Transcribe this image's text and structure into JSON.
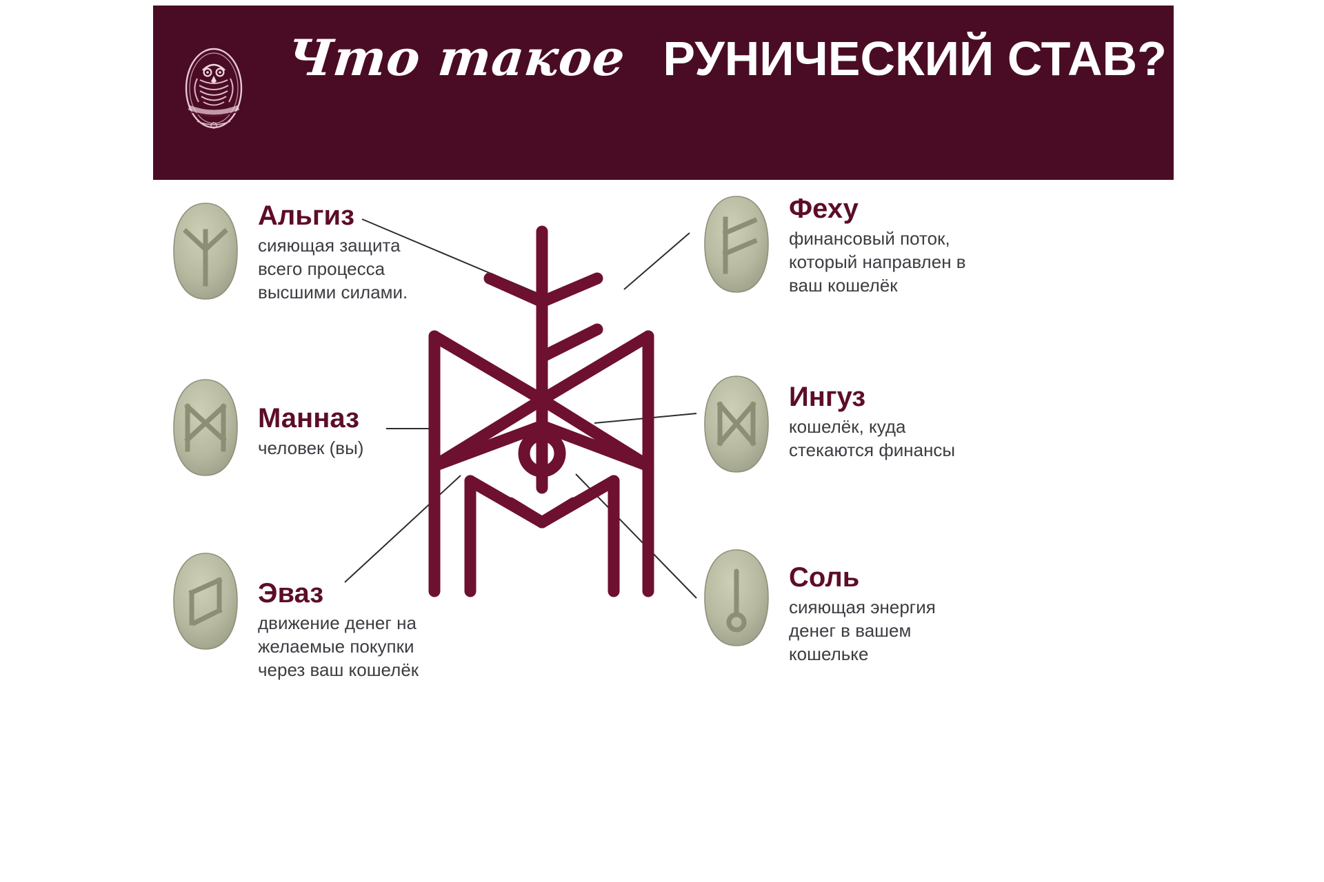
{
  "header": {
    "title_script": "Что такое",
    "title_bold": "РУНИЧЕСКИЙ СТАВ?",
    "logo_name": "owl-emblem-logo",
    "bg_color": "#4a0c24",
    "text_color": "#ffffff"
  },
  "colors": {
    "header_bg": "#4a0c24",
    "stave_stroke": "#6e1030",
    "heading": "#5d0d28",
    "body_text": "#3c3c42",
    "stone_fill": "#b9bba2",
    "stone_edge": "#9a9c84",
    "connector": "#2c2c2c",
    "page_bg": "#ffffff"
  },
  "runes": [
    {
      "id": "algiz",
      "name": "Альгиз",
      "description": "сияющая защита всего процесса высшими силами.",
      "lines": [
        "сияющая",
        "защита всего",
        "процесса",
        "высшими",
        "силами."
      ],
      "glyph": "algiz-rune-glyph",
      "side": "left"
    },
    {
      "id": "mannaz",
      "name": "Манназ",
      "description": "человек (вы)",
      "lines": [
        "человек (вы)"
      ],
      "glyph": "mannaz-rune-glyph",
      "side": "left"
    },
    {
      "id": "evaz",
      "name": "Эваз",
      "description": "движение денег на желаемые покупки через ваш кошелёк",
      "lines": [
        "движение денег",
        "на желаемые",
        "покупки через",
        "ваш кошелёк"
      ],
      "glyph": "evaz-rune-glyph",
      "side": "left"
    },
    {
      "id": "fehu",
      "name": "Феху",
      "description": "финансовый поток, который направлен в ваш кошелёк",
      "lines": [
        "финансовый",
        "поток, который",
        "направлен в",
        "ваш кошелёк"
      ],
      "glyph": "fehu-rune-glyph",
      "side": "right"
    },
    {
      "id": "inguz",
      "name": "Ингуз",
      "description": "кошелёк, куда стекаются финансы",
      "lines": [
        "кошелёк, куда",
        "стекаются",
        "финансы"
      ],
      "glyph": "inguz-rune-glyph",
      "side": "right"
    },
    {
      "id": "sol",
      "name": "Соль",
      "description": "сияющая энергия денег в вашем кошельке",
      "lines": [
        "сияющая",
        "энергия денег",
        "в вашем",
        "кошельке"
      ],
      "glyph": "sol-rune-glyph",
      "side": "right"
    }
  ],
  "stave": {
    "name": "central-rune-stave-diagram",
    "stroke_color": "#6e1030"
  }
}
